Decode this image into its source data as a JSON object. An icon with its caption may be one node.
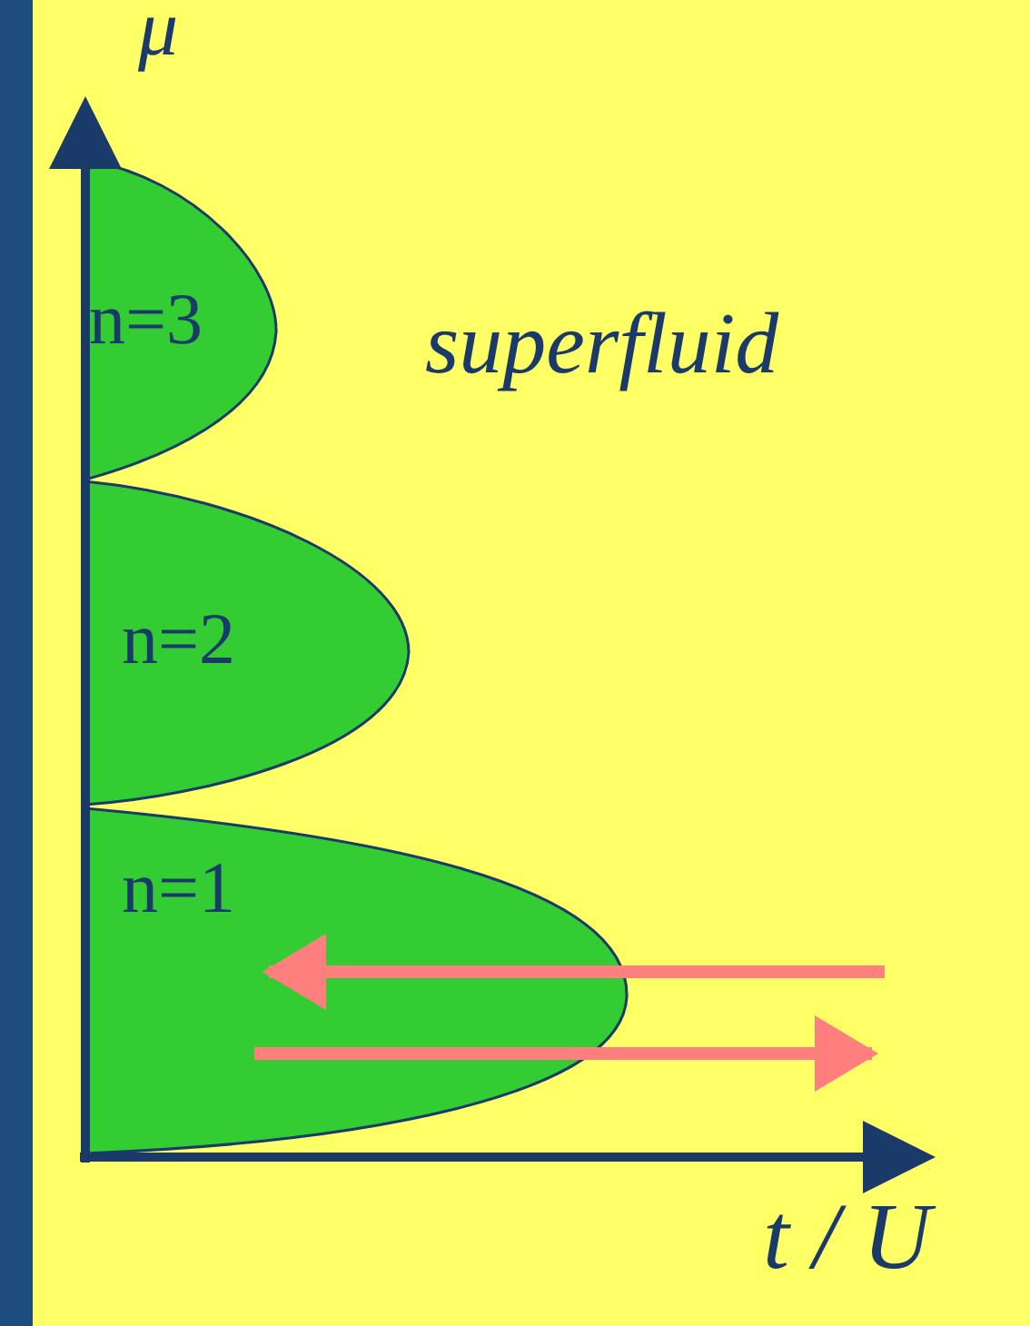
{
  "diagram": {
    "nodes": [
      {
        "text": [
          "n=3"
        ]
      },
      {
        "text": [
          "n=2"
        ]
      },
      {
        "text": [
          "n=1"
        ]
      }
    ],
    "labels": [
      "μ",
      "superfluid",
      "t / U"
    ]
  }
}
